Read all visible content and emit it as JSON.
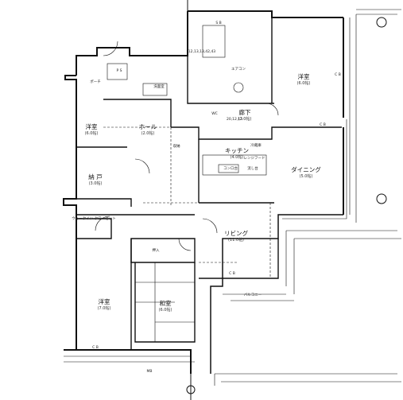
{
  "rooms": {
    "western_nw": {
      "name": "洋室",
      "size": "(6.0帖)"
    },
    "western_ne": {
      "name": "洋室",
      "size": "(6.0帖)"
    },
    "western_sw": {
      "name": "洋室",
      "size": "(7.0帖)"
    },
    "japanese": {
      "name": "和室",
      "size": "(6.0帖)"
    },
    "storage": {
      "name": "納 戸",
      "size": "(3.0帖)"
    },
    "hall": {
      "name": "ホール",
      "size": "(2.0帖)"
    },
    "corridor": {
      "name": "廊下",
      "size": "(2.0帖)"
    },
    "kitchen": {
      "name": "キッチン",
      "size": "(4.0帖)"
    },
    "dining": {
      "name": "ダイニング",
      "size": "(5.0帖)"
    },
    "living": {
      "name": "リビング",
      "size": "(11.0帖)"
    }
  },
  "small_labels": {
    "porch": "ポーチ",
    "ps": "P S",
    "closet": "押入",
    "walkin": "ウォークイン クローゼット",
    "cloak": "収納",
    "wc": "WC",
    "balcony": "バルコニー",
    "cb1": "C B",
    "cb2": "C B",
    "cb3": "C B",
    "cb4": "C B",
    "sb": "S B",
    "wic_ref": "冷蔵庫",
    "gas": "コンロ台",
    "sink": "流し台",
    "washroom": "洗面室",
    "bath_num": "12,13,13,42,43",
    "hall_num": "20,12,13",
    "mb": "MB",
    "range": "レンジフード",
    "ac": "エアコン"
  },
  "colors": {
    "ink": "#111111",
    "background": "#ffffff"
  }
}
